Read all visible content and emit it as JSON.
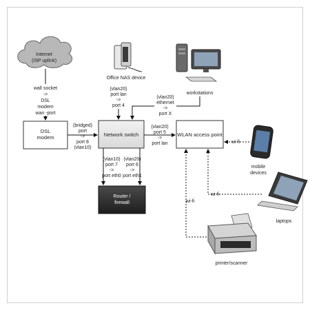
{
  "nodes": {
    "internet": [
      "Internet",
      "(ISP uplink)"
    ],
    "nas": "Office NAS device",
    "workstations": "workstations",
    "dsl_modem": [
      "DSL",
      "modem"
    ],
    "network_switch": "Network switch",
    "wlan_ap": "WLAN access point",
    "router": [
      "Router /",
      "firewall"
    ],
    "mobile": [
      "mobile",
      "devices"
    ],
    "laptops": "laptops",
    "printer": "printer/scanner"
  },
  "links": {
    "internet_dsl": [
      "wall socket",
      "->",
      "DSL",
      "modem",
      "wan -port"
    ],
    "nas_switch": [
      "(vlan20)",
      "port lan",
      "->",
      "port 4"
    ],
    "ws_switch": [
      "(vlan20)",
      "ethernet",
      "->",
      "port X"
    ],
    "dsl_switch": [
      "(bridged)",
      "port",
      "->",
      "port 8",
      "(vlan10)"
    ],
    "switch_wlan": [
      "(vlan20)",
      "port 5",
      "->",
      "port lan"
    ],
    "switch_router_left": [
      "(vlan10)",
      "port 7",
      "->",
      "port eth0"
    ],
    "switch_router_right": [
      "(vlan20)",
      "port 6",
      "->",
      "port eth1"
    ],
    "wifi_mobile": "wi-fi",
    "wifi_laptop": "wi-fi",
    "wifi_printer": "wi-fi"
  },
  "colors": {
    "box_border": "#333333",
    "switch_fill": "#e8e8e8",
    "router_fill": "#2e2e2e",
    "cloud_fill": "#b8b8b8",
    "line": "#111111"
  }
}
